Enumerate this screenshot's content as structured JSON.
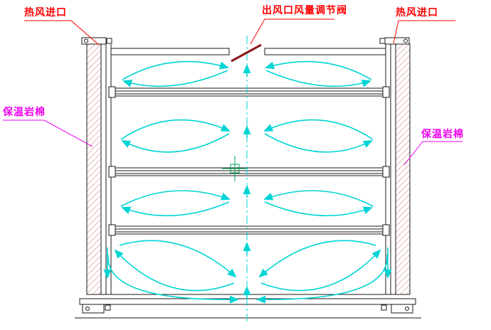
{
  "diagram": {
    "labels": {
      "hot_air_inlet_left": "热风进口",
      "outlet_damper": "出风口风量调节阀",
      "hot_air_inlet_right": "热风进口",
      "insulation_left": "保温岩棉",
      "insulation_right": "保温岩棉"
    },
    "colors": {
      "label_red": "#ff0000",
      "label_magenta": "#ee00ee",
      "airflow": "#00d4d4",
      "structure": "#1a1a1a",
      "insulation_hatch": "#d4908a",
      "valve": "#8b1a1a",
      "center_mark": "#00a550"
    }
  }
}
